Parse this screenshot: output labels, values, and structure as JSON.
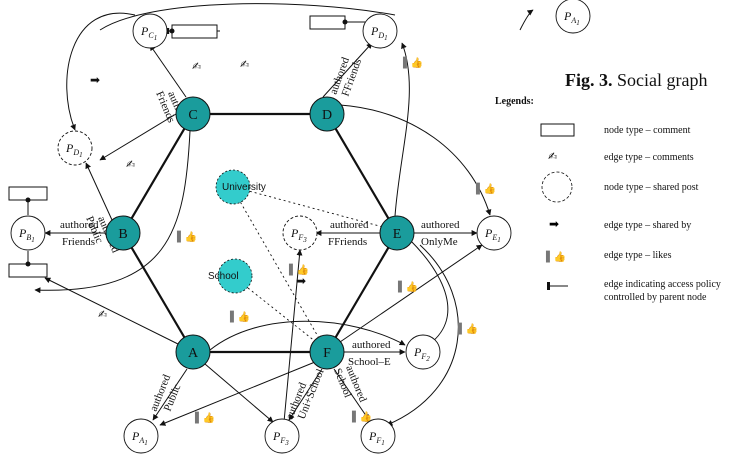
{
  "figure": {
    "caption_label": "Fig. 3.",
    "caption_text": "Social graph",
    "legend_title": "Legends:"
  },
  "nodes": {
    "A": "A",
    "B": "B",
    "C": "C",
    "D": "D",
    "E": "E",
    "F": "F",
    "university": "University",
    "school": "School"
  },
  "posts": {
    "PC1": {
      "base": "P",
      "sub": "C",
      "idx": "1"
    },
    "PD1": {
      "base": "P",
      "sub": "D",
      "idx": "1"
    },
    "PA1_top": {
      "base": "P",
      "sub": "A",
      "idx": "1"
    },
    "PD1_shared": {
      "base": "P",
      "sub": "D",
      "idx": "1"
    },
    "PB1": {
      "base": "P",
      "sub": "B",
      "idx": "1"
    },
    "PF3_shared": {
      "base": "P",
      "sub": "F",
      "idx": "3"
    },
    "PE1": {
      "base": "P",
      "sub": "E",
      "idx": "1"
    },
    "PF2": {
      "base": "P",
      "sub": "F",
      "idx": "2"
    },
    "PA1": {
      "base": "P",
      "sub": "A",
      "idx": "1"
    },
    "PF3": {
      "base": "P",
      "sub": "F",
      "idx": "3"
    },
    "PF1": {
      "base": "P",
      "sub": "F",
      "idx": "1"
    }
  },
  "edge_labels": {
    "C_PC1": [
      "authored",
      "Friends"
    ],
    "D_PD1": [
      "authored",
      "FFriends"
    ],
    "B_PD1": [
      "authored",
      "Public"
    ],
    "B_PB1": [
      "authored",
      "Friends"
    ],
    "E_PF3": [
      "authored",
      "FFriends"
    ],
    "E_PE1": [
      "authored",
      "OnlyMe"
    ],
    "F_PF2": [
      "authored",
      "School–E"
    ],
    "A_PA1": [
      "authored",
      "Public"
    ],
    "F_PF3": [
      "authored",
      "Uni+School"
    ],
    "F_PF1": [
      "authored",
      "School"
    ]
  },
  "legend": [
    {
      "icon": "comment-node-icon",
      "text": "node type – comment"
    },
    {
      "icon": "comments-edge-icon",
      "text": "edge type – comments"
    },
    {
      "icon": "shared-post-node-icon",
      "text": "node type – shared post"
    },
    {
      "icon": "shared-by-edge-icon",
      "text": "edge type – shared by"
    },
    {
      "icon": "likes-edge-icon",
      "text": "edge type – likes"
    },
    {
      "icon": "access-policy-edge-icon",
      "text": "edge indicating access policy",
      "text2": "controlled by parent node"
    }
  ],
  "colors": {
    "user_node": "#1a9c9c",
    "group_node": "#33cccc",
    "stroke": "#111111"
  }
}
